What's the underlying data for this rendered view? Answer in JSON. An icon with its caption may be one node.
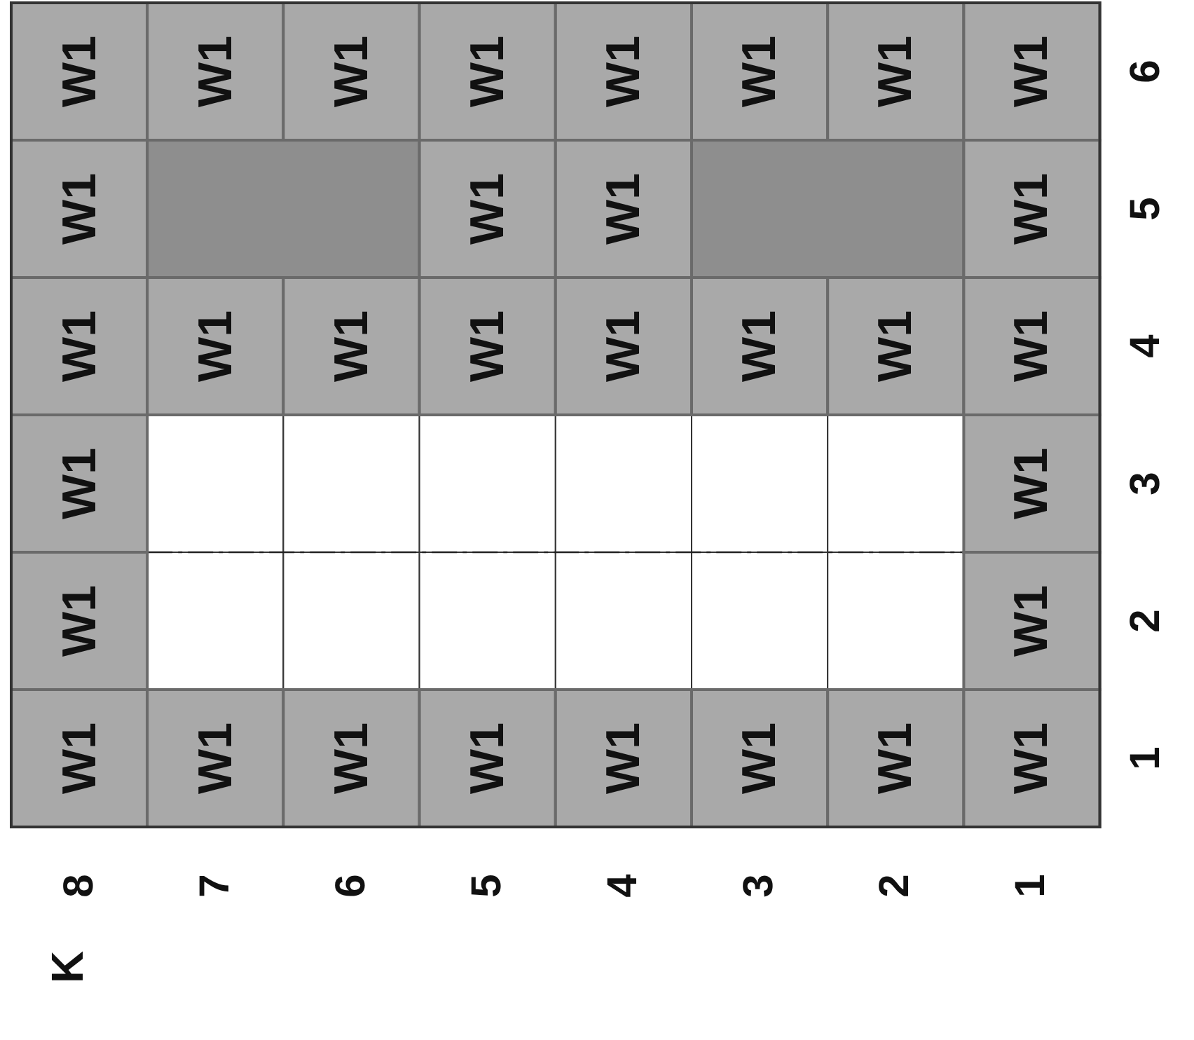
{
  "diagram": {
    "labels": [
      "W1",
      "W1",
      "W1",
      "W1",
      "W1",
      "W1",
      "W1",
      "W1",
      "W1",
      "W1",
      "W1",
      "W1",
      "W1",
      "W1",
      "W1",
      "W1",
      "W1",
      "W1",
      "W1",
      "W1",
      "W1",
      "W1",
      "W1",
      "W1",
      "W1",
      "W1",
      "W1",
      "W1",
      "W1",
      "W1",
      "W1",
      "W1",
      "6",
      "5",
      "4",
      "3",
      "2",
      "1",
      "8",
      "7",
      "6",
      "5",
      "4",
      "3",
      "2",
      "1",
      "K"
    ]
  }
}
